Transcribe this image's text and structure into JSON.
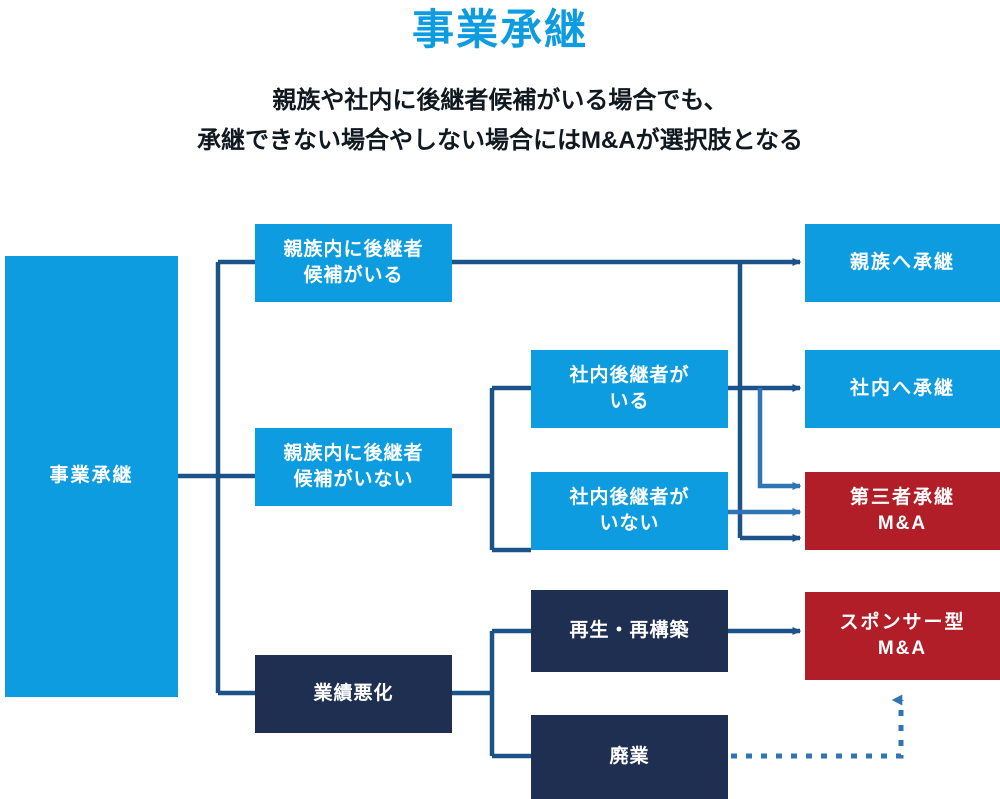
{
  "header": {
    "title": "事業承継",
    "subtitle_line1": "親族や社内に後継者候補がいる場合でも、",
    "subtitle_line2": "承継できない場合やしない場合にはM&Aが選択肢となる"
  },
  "colors": {
    "accent_blue": "#0d9ce0",
    "navy": "#1f2f52",
    "red": "#b21e28",
    "connector": "#1b5288",
    "text_dark": "#101820",
    "box_text": "#ffffff"
  },
  "diagram": {
    "type": "flowchart",
    "root": {
      "label": "事業承継"
    },
    "branches": [
      {
        "id": "kinzoku-yes",
        "label": "親族内に後継者\n候補がいる",
        "color": "blue"
      },
      {
        "id": "kinzoku-no",
        "label": "親族内に後継者\n候補がいない",
        "color": "blue"
      },
      {
        "id": "gyoseki",
        "label": "業績悪化",
        "color": "navy"
      }
    ],
    "sub_branches": [
      {
        "id": "shanai-yes",
        "label": "社内後継者が\nいる",
        "color": "blue"
      },
      {
        "id": "shanai-no",
        "label": "社内後継者が\nいない",
        "color": "blue"
      },
      {
        "id": "saisei",
        "label": "再生・再構築",
        "color": "navy"
      },
      {
        "id": "haigyo",
        "label": "廃業",
        "color": "navy"
      }
    ],
    "outcomes": [
      {
        "id": "to-kinzoku",
        "label": "親族へ承継",
        "color": "blue"
      },
      {
        "id": "to-shanai",
        "label": "社内へ承継",
        "color": "blue"
      },
      {
        "id": "daisansha",
        "label": "第三者承継\nM&A",
        "color": "red"
      },
      {
        "id": "sponsor",
        "label": "スポンサー型\nM&A",
        "color": "red"
      }
    ],
    "edges": [
      {
        "from": "root",
        "to": "kinzoku-yes",
        "style": "solid"
      },
      {
        "from": "root",
        "to": "kinzoku-no",
        "style": "solid"
      },
      {
        "from": "root",
        "to": "gyoseki",
        "style": "solid"
      },
      {
        "from": "kinzoku-yes",
        "to": "to-kinzoku",
        "style": "solid-arrow"
      },
      {
        "from": "kinzoku-yes",
        "to": "daisansha",
        "style": "solid-arrow"
      },
      {
        "from": "kinzoku-no",
        "to": "shanai-yes",
        "style": "solid"
      },
      {
        "from": "kinzoku-no",
        "to": "shanai-no",
        "style": "solid"
      },
      {
        "from": "shanai-yes",
        "to": "to-shanai",
        "style": "solid-arrow"
      },
      {
        "from": "shanai-yes",
        "to": "daisansha",
        "style": "solid-arrow"
      },
      {
        "from": "shanai-no",
        "to": "daisansha",
        "style": "solid-arrow"
      },
      {
        "from": "gyoseki",
        "to": "saisei",
        "style": "solid"
      },
      {
        "from": "gyoseki",
        "to": "haigyo",
        "style": "solid"
      },
      {
        "from": "saisei",
        "to": "sponsor",
        "style": "solid-arrow"
      },
      {
        "from": "haigyo",
        "to": "sponsor",
        "style": "dotted-arrow"
      }
    ]
  }
}
